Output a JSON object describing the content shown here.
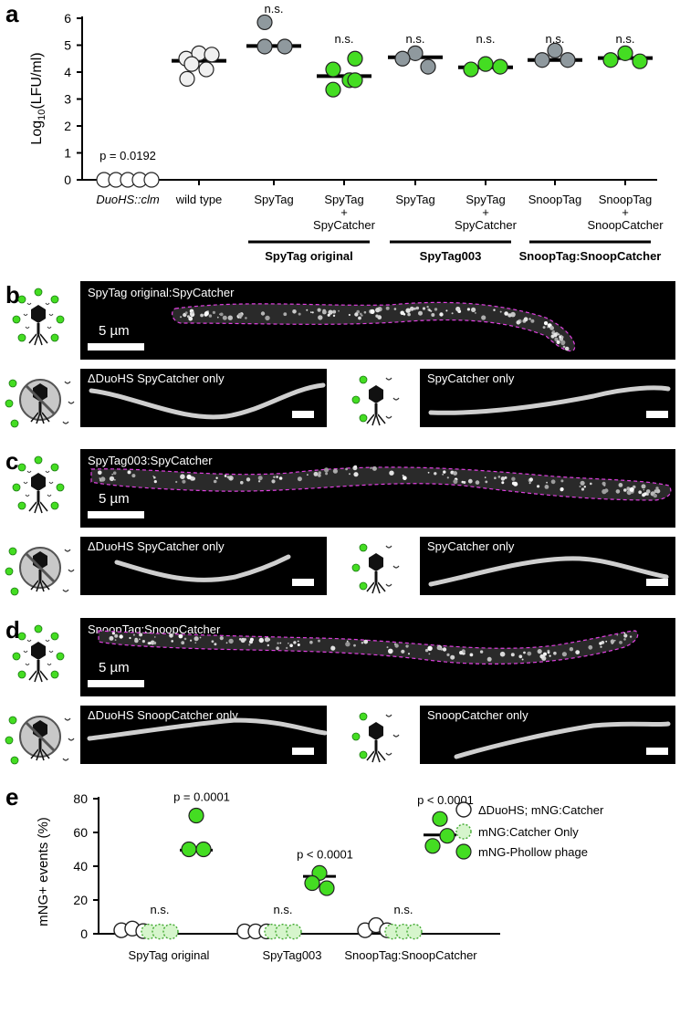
{
  "panels": {
    "a": "a",
    "b": "b",
    "c": "c",
    "d": "d",
    "e": "e"
  },
  "chart_data": [
    {
      "type": "scatter",
      "ylabel_main": "Log",
      "ylabel_sub": "10",
      "ylabel_unit": "(LFU/ml)",
      "ylim": [
        0,
        6
      ],
      "yticks": [
        "0",
        "1",
        "2",
        "3",
        "4",
        "5",
        "6"
      ],
      "categories": [
        "DuoHS::clm",
        "wild type",
        "SpyTag",
        "SpyTag\n+\nSpyCatcher",
        "SpyTag",
        "SpyTag\n+\nSpyCatcher",
        "SnoopTag",
        "SnoopTag\n+\nSnoopCatcher"
      ],
      "groups": [
        {
          "label": "SpyTag original",
          "from": 2,
          "to": 3
        },
        {
          "label": "SpyTag003",
          "from": 4,
          "to": 5
        },
        {
          "label": "SnoopTag:SnoopCatcher",
          "from": 6,
          "to": 7
        }
      ],
      "series": [
        {
          "values": [
            0,
            0,
            0,
            0,
            0
          ],
          "mean": 0,
          "fill": "#ffffff",
          "stat": "p = 0.0192"
        },
        {
          "values": [
            4.5,
            4.7,
            4.65,
            4.3,
            4.1,
            3.75
          ],
          "mean": 4.42,
          "fill": "#f0f0f0",
          "stat": ""
        },
        {
          "values": [
            5.85,
            4.95,
            4.95
          ],
          "mean": 4.97,
          "fill": "#8f999e",
          "stat": "n.s."
        },
        {
          "values": [
            4.5,
            4.1,
            3.7,
            3.35,
            3.7
          ],
          "mean": 3.85,
          "fill": "#44dd22",
          "stat": "n.s."
        },
        {
          "values": [
            4.7,
            4.5,
            4.2
          ],
          "mean": 4.55,
          "fill": "#8f999e",
          "stat": "n.s."
        },
        {
          "values": [
            4.3,
            4.1,
            4.2
          ],
          "mean": 4.18,
          "fill": "#44dd22",
          "stat": "n.s."
        },
        {
          "values": [
            4.8,
            4.45,
            4.45
          ],
          "mean": 4.45,
          "fill": "#8f999e",
          "stat": "n.s."
        },
        {
          "values": [
            4.7,
            4.45,
            4.4
          ],
          "mean": 4.52,
          "fill": "#44dd22",
          "stat": "n.s."
        }
      ]
    },
    {
      "type": "scatter",
      "ylabel": "mNG+ events (%)",
      "ylim": [
        0,
        80
      ],
      "yticks": [
        "0",
        "20",
        "40",
        "60",
        "80"
      ],
      "categories": [
        "SpyTag original",
        "SpyTag003",
        "SnoopTag:SnoopCatcher"
      ],
      "legend": [
        "ΔDuoHS; mNG:Catcher",
        "mNG:Catcher Only",
        "mNG-Phollow phage"
      ],
      "series": [
        {
          "name": "ΔDuoHS; mNG:Catcher",
          "values": [
            [
              1,
              2,
              0.5
            ],
            [
              0.3,
              0.3,
              0.3
            ],
            [
              1,
              4,
              1
            ]
          ],
          "means": [
            1,
            0.3,
            1.5
          ]
        },
        {
          "name": "mNG:Catcher Only",
          "values": [
            [
              0.2,
              0.2,
              0.2
            ],
            [
              0.2,
              0.2,
              0.2
            ],
            [
              0.2,
              0.2,
              0.2
            ]
          ],
          "means": [
            0.2,
            0.2,
            0.2
          ],
          "stat": [
            "n.s.",
            "n.s.",
            "n.s."
          ]
        },
        {
          "name": "mNG-Phollow phage",
          "values": [
            [
              70,
              50,
              50
            ],
            [
              36,
              30,
              27
            ],
            [
              68,
              52,
              58
            ]
          ],
          "means": [
            49.5,
            34,
            58.5
          ],
          "stat": [
            "p = 0.0001",
            "p < 0.0001",
            "p < 0.0001"
          ]
        }
      ]
    }
  ],
  "micrographs": {
    "b": {
      "main": "SpyTag original:SpyCatcher",
      "left": "ΔDuoHS SpyCatcher only",
      "right": "SpyCatcher only",
      "scale": "5 µm"
    },
    "c": {
      "main": "SpyTag003:SpyCatcher",
      "left": "ΔDuoHS SpyCatcher only",
      "right": "SpyCatcher only",
      "scale": "5 µm"
    },
    "d": {
      "main": "SnoopTag:SnoopCatcher",
      "left": "ΔDuoHS SnoopCatcher only",
      "right": "SnoopCatcher only",
      "scale": "5 µm"
    }
  },
  "colors": {
    "green": "#44dd22",
    "grey": "#8f999e",
    "magenta": "#e040e0"
  },
  "icons": [
    "phage-with-catcher-icon",
    "no-phage-icon",
    "phage-icon"
  ]
}
